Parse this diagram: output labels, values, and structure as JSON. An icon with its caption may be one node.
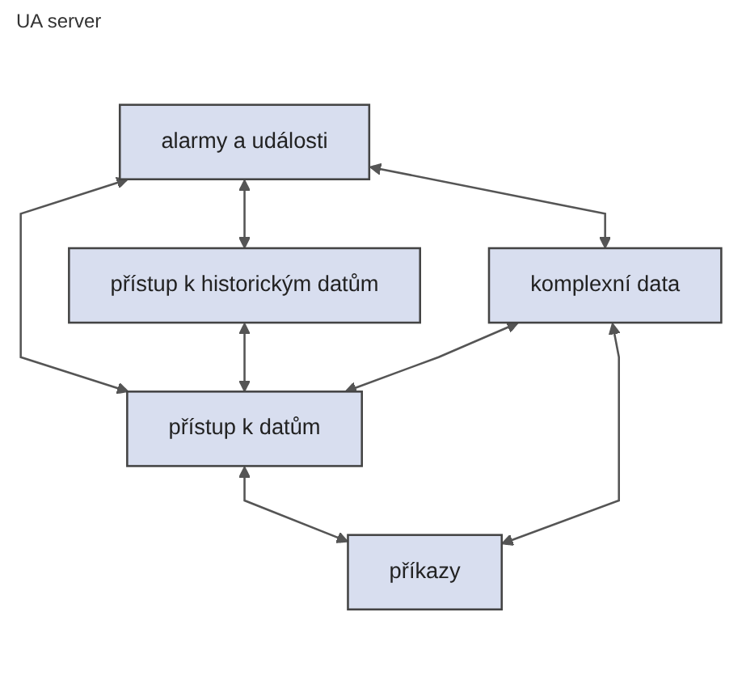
{
  "diagram": {
    "title": "UA server",
    "nodes": [
      {
        "text": [
          "alarmy a události"
        ]
      },
      {
        "text": [
          "přístup k datům"
        ]
      },
      {
        "text": [
          "přístup k historickým datům"
        ]
      },
      {
        "text": [
          "příkazy"
        ]
      },
      {
        "text": [
          "komplexní data"
        ]
      }
    ],
    "edges": [
      {
        "from": 0,
        "to": 1,
        "arrow": "both"
      },
      {
        "from": 0,
        "to": 2,
        "arrow": "both"
      },
      {
        "from": 2,
        "to": 1,
        "arrow": "both"
      },
      {
        "from": 4,
        "to": 1,
        "arrow": "both"
      },
      {
        "from": 1,
        "to": 3,
        "arrow": "both"
      },
      {
        "from": 4,
        "to": 3,
        "arrow": "both"
      },
      {
        "from": 0,
        "to": 4,
        "arrow": "both"
      }
    ]
  }
}
